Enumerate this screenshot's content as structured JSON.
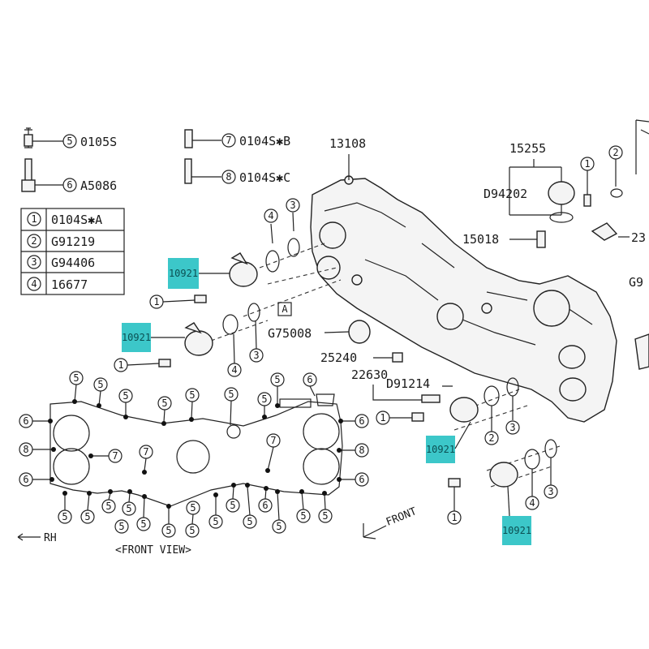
{
  "fasteners": [
    {
      "num": "5",
      "code": "0105S"
    },
    {
      "num": "7",
      "code": "0104S✱B"
    },
    {
      "num": "6",
      "code": "A5086"
    },
    {
      "num": "8",
      "code": "0104S✱C"
    }
  ],
  "legend": [
    {
      "num": "1",
      "code": "0104S✱A"
    },
    {
      "num": "2",
      "code": "G91219"
    },
    {
      "num": "3",
      "code": "G94406"
    },
    {
      "num": "4",
      "code": "16677"
    }
  ],
  "part_numbers": {
    "p13108": "13108",
    "p15255": "15255",
    "pD94202": "D94202",
    "p15018": "15018",
    "pG75008": "G75008",
    "p25240": "25240",
    "p22630": "22630",
    "pD91214": "D91214",
    "p23_partial": "23",
    "pG9_partial": "G9"
  },
  "callout_A": "A",
  "highlight_label": "10921",
  "front_arrow": "FRONT",
  "rh_label": "RH",
  "front_view_label": "<FRONT VIEW>",
  "colors": {
    "highlight": "#3cc7c9",
    "ink": "#1a1a1a"
  }
}
